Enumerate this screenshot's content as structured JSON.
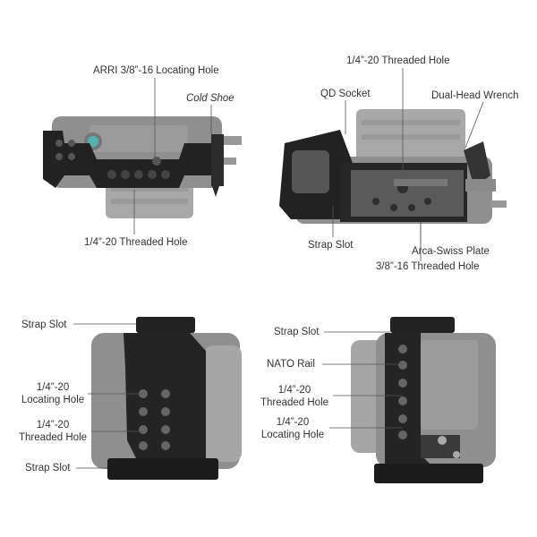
{
  "top_left": {
    "label_arri": "ARRI 3/8”-16 Locating Hole",
    "label_cold_shoe": "Cold Shoe",
    "label_threaded": "1/4”-20 Threaded Hole"
  },
  "top_right": {
    "label_threaded": "1/4”-20 Threaded Hole",
    "label_qd": "QD Socket",
    "label_wrench": "Dual-Head Wrench",
    "label_strap": "Strap Slot",
    "label_arca": "Arca-Swiss Plate",
    "label_38": "3/8”-16 Threaded Hole"
  },
  "bottom_left": {
    "label_strap_top": "Strap Slot",
    "label_locating_1": "1/4”-20",
    "label_locating_2": "Locating Hole",
    "label_threaded_1": "1/4”-20",
    "label_threaded_2": "Threaded Hole",
    "label_strap_bottom": "Strap Slot"
  },
  "bottom_right": {
    "label_strap": "Strap Slot",
    "label_nato": "NATO Rail",
    "label_threaded_1": "1/4”-20",
    "label_threaded_2": "Threaded Hole",
    "label_locating_1": "1/4”-20",
    "label_locating_2": "Locating Hole"
  },
  "colors": {
    "cage": "#1f1f1f",
    "camera": "#8c8c8c",
    "lens": "#a6a6a6",
    "leader_line": "#555555"
  }
}
